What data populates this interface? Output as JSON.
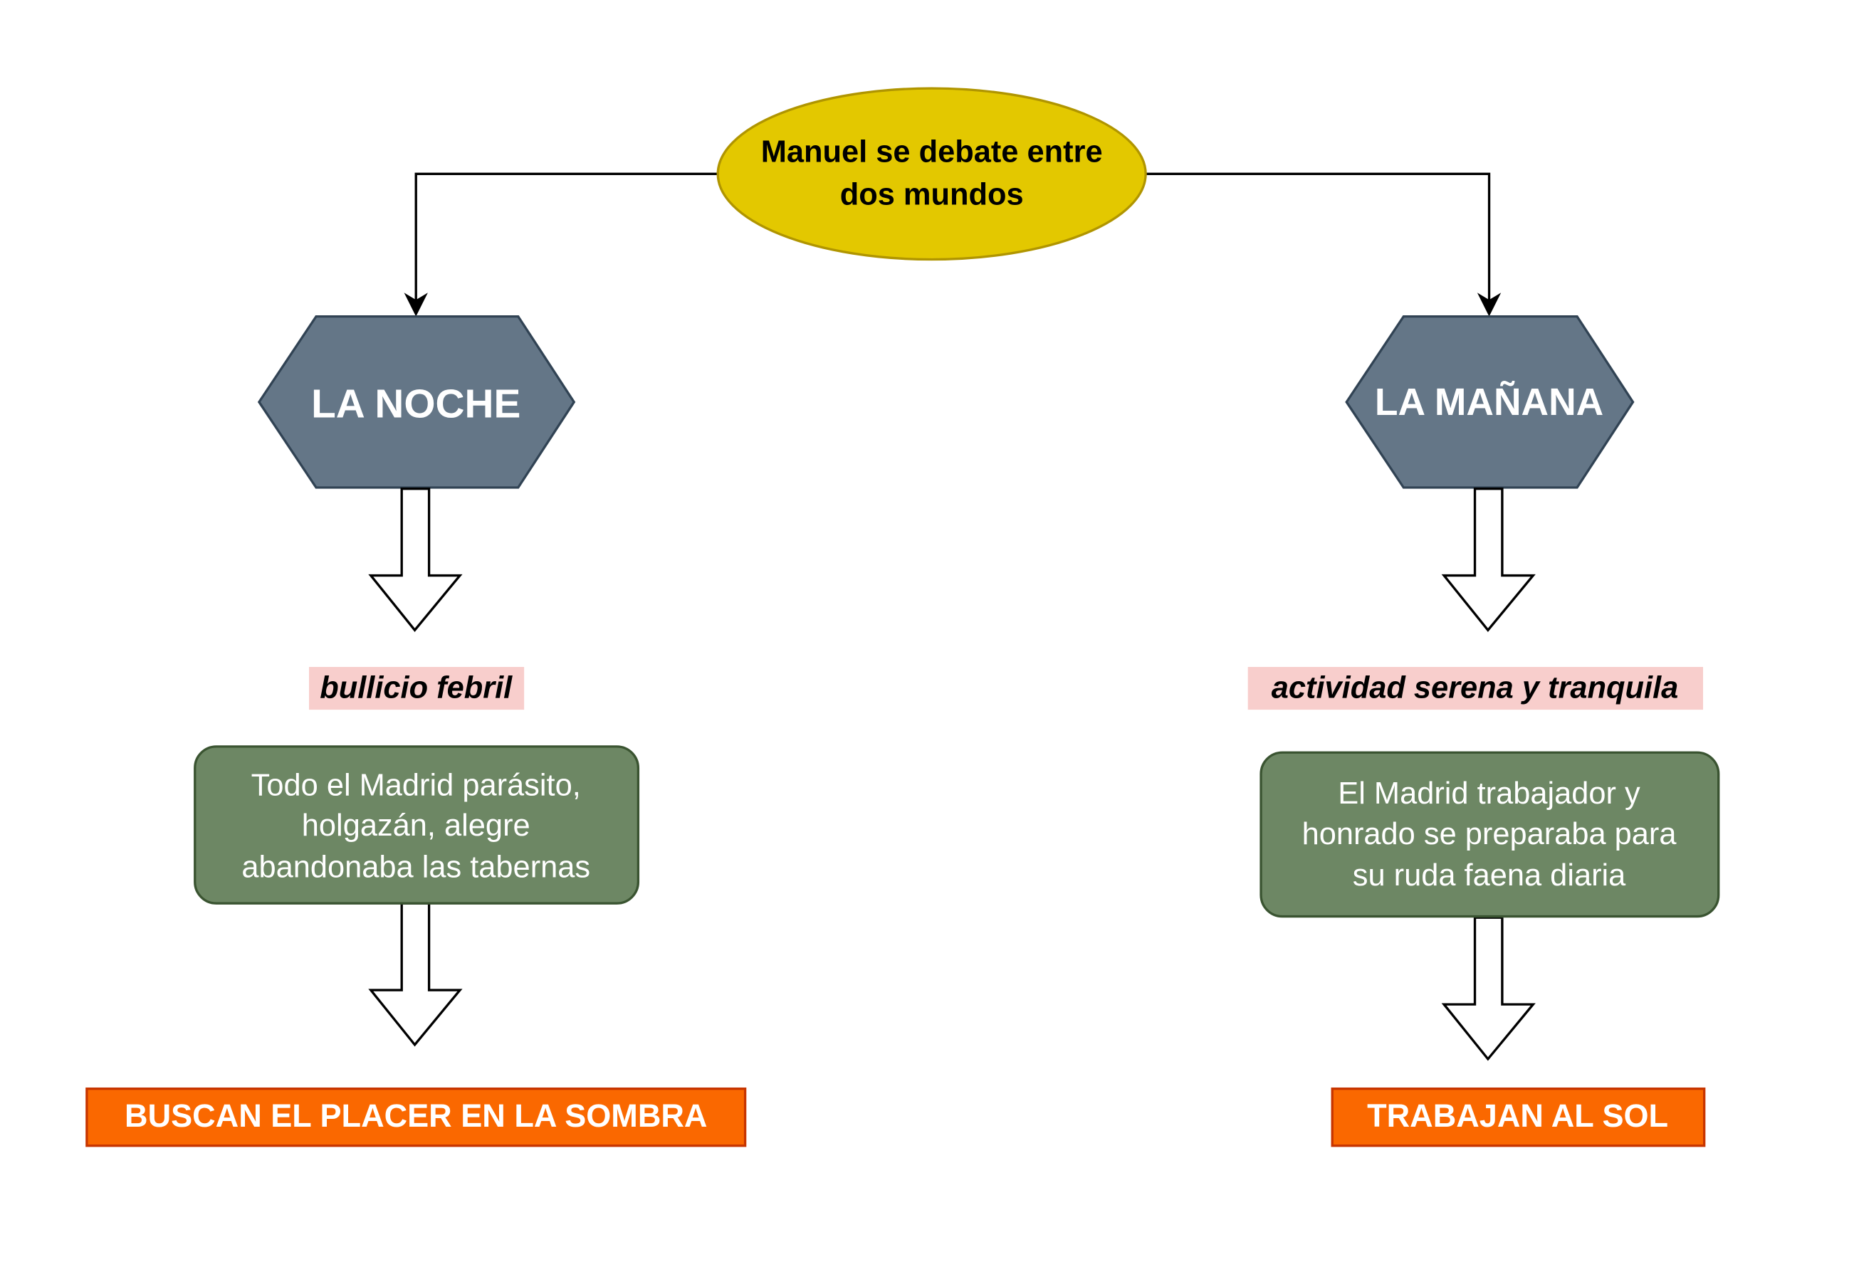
{
  "root": {
    "line1": "Manuel se debate entre",
    "line2": "dos mundos",
    "fill": "#e3c800"
  },
  "left": {
    "title": "LA NOCHE",
    "tag": "bullicio febril",
    "desc": [
      "Todo el Madrid parásito,",
      "holgazán, alegre",
      "abandonaba las tabernas"
    ],
    "result": "BUSCAN EL PLACER EN LA SOMBRA"
  },
  "right": {
    "title": "LA MAÑANA",
    "tag": "actividad serena y tranquila",
    "desc": [
      "El Madrid trabajador y",
      "honrado se preparaba para",
      "su ruda faena diaria"
    ],
    "result": "TRABAJAN AL SOL"
  },
  "colors": {
    "hexagon": "#647687",
    "box": "#6d8764",
    "tag_bg": "#f8cecc",
    "result": "#fa6800"
  }
}
